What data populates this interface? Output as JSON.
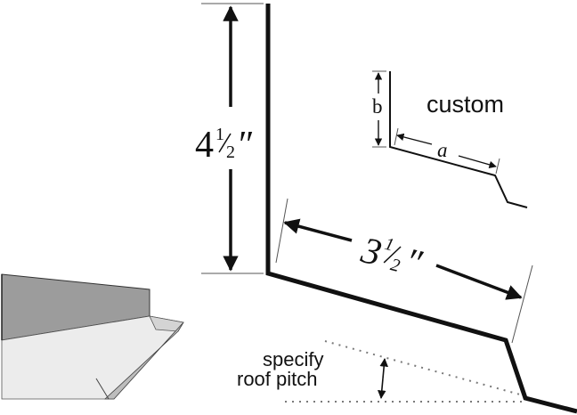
{
  "diagram": {
    "colors": {
      "ink": "#111111",
      "guide": "#555555",
      "dots": "#7a7a7a",
      "metal_dark": "#9c9c9c",
      "metal_mid": "#d4d4d4",
      "metal_light": "#ececec"
    },
    "dimensions": {
      "height": {
        "whole": "4",
        "num": "1",
        "den": "2",
        "unit": "″"
      },
      "width": {
        "whole": "3",
        "num": "1",
        "den": "2",
        "unit": "″"
      }
    },
    "custom": {
      "label": "custom",
      "dim_a": "a",
      "dim_b": "b"
    },
    "pitch": {
      "line1": "specify",
      "line2": "roof pitch"
    }
  }
}
